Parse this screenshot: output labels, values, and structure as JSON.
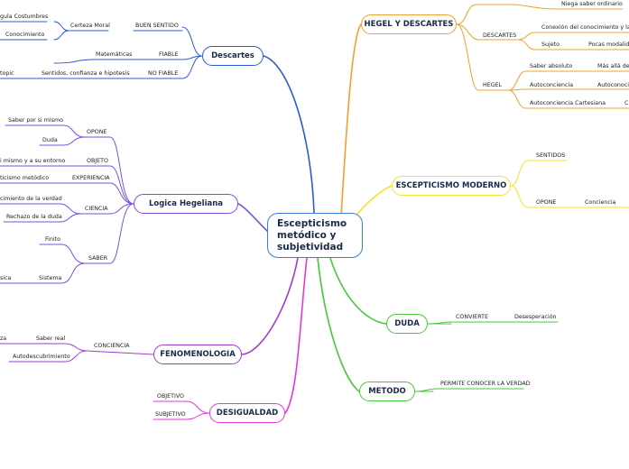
{
  "central": "Escepticismo metódico y subjetividad",
  "colors": {
    "blue": "#2a5bd7",
    "orange": "#f0a030",
    "yellow": "#f5e22a",
    "green": "#46c93a",
    "purple": "#7b4fe0",
    "violet": "#a23ad0",
    "magenta": "#e23ad8"
  },
  "branches": {
    "descartes": {
      "label": "Descartes",
      "c1": {
        "label": "BUEN SENTIDO",
        "sub": "Certeza Moral",
        "leaves": [
          "gula Costumbres",
          "Conocimiento"
        ]
      },
      "c2": {
        "label": "FIABLE",
        "sub": "Matemáticas"
      },
      "c3": {
        "label": "NO FIABLE",
        "sub": "Sentidos, confianza e hipotesis",
        "leaf": "topic"
      }
    },
    "logica": {
      "label": "Logica Hegeliana",
      "opone": {
        "label": "OPONE",
        "leaves": [
          "Saber por si mismo",
          "Duda"
        ]
      },
      "objeto": {
        "label": "OBJETO",
        "leaf": "i mismo y a su entorno"
      },
      "experiencia": {
        "label": "EXPERIENCIA",
        "leaf": "ticismo metódico"
      },
      "ciencia": {
        "label": "CIENCIA",
        "leaves": [
          "cimiento de la verdad",
          "Rechazo de la duda"
        ]
      },
      "saber": {
        "label": "SABER",
        "finito": "Finito",
        "sistema": "Sistema",
        "sistema_leaf": "sica"
      }
    },
    "fenomenologia": {
      "label": "FENOMENOLOGIA",
      "conciencia": "CONCIENCIA",
      "saber_real": "Saber real",
      "saber_real_leaf": "za",
      "auto": "Autodescubrimiento"
    },
    "desigualdad": {
      "label": "DESIGUALDAD",
      "leaves": [
        "OBJETIVO",
        "SUBJETIVO"
      ]
    },
    "hegel": {
      "label": "HEGEL Y DESCARTES",
      "top": "Niega saber ordinario",
      "descartes": {
        "label": "DESCARTES",
        "a": "Conexión del conocimiento y la me",
        "b": "Sujeto",
        "b_leaf": "Pocas modalida"
      },
      "hegel": {
        "label": "HEGEL",
        "items": [
          "Saber absoluto",
          "Autoconciencia",
          "Autoconciencia Cartesiana"
        ],
        "leaves": [
          "Más allá de l",
          "Autoconocim",
          "C"
        ]
      }
    },
    "esceptico": {
      "label": "ESCEPTICISMO MODERNO",
      "sentidos": "SENTIDOS",
      "opone": "OPONE",
      "conciencia": "Conciencia"
    },
    "duda": {
      "label": "DUDA",
      "convierte": "CONVIERTE",
      "desesperacion": "Desesperación"
    },
    "metodo": {
      "label": "METODO",
      "permite": "PERMITE CONOCER LA VERDAD"
    }
  }
}
